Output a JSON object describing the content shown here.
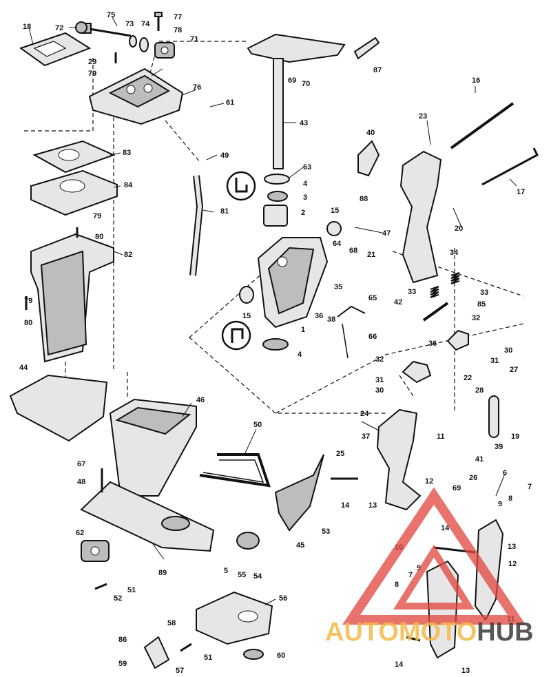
{
  "colors": {
    "ink": "#111111",
    "watermark_red": "#e0453c",
    "watermark_orange": "#f5b94a",
    "watermark_dark": "#3a3a3a"
  },
  "watermark": {
    "part1": "AUTO",
    "part2": "MOTO",
    "part3": "HUB"
  },
  "labels": {
    "n1": "1",
    "n2": "2",
    "n3": "3",
    "n4a": "4",
    "n4b": "4",
    "n5": "5",
    "n6": "6",
    "n7a": "7",
    "n7b": "7",
    "n8a": "8",
    "n8b": "8",
    "n9a": "9",
    "n9b": "9",
    "n10": "10",
    "n11a": "11",
    "n11b": "11",
    "n12a": "12",
    "n12b": "12",
    "n13a": "13",
    "n13b": "13",
    "n13c": "13",
    "n14a": "14",
    "n14b": "14",
    "n14c": "14",
    "n15a": "15",
    "n15b": "15",
    "n16": "16",
    "n17": "17",
    "n18": "18",
    "n19": "19",
    "n20": "20",
    "n21": "21",
    "n22": "22",
    "n23": "23",
    "n24": "24",
    "n25": "25",
    "n26": "26",
    "n27": "27",
    "n28": "28",
    "n29": "29",
    "n30a": "30",
    "n30b": "30",
    "n31a": "31",
    "n31b": "31",
    "n32a": "32",
    "n32b": "32",
    "n33a": "33",
    "n33b": "33",
    "n34": "34",
    "n35": "35",
    "n36a": "36",
    "n36b": "36",
    "n37": "37",
    "n38": "38",
    "n39": "39",
    "n40": "40",
    "n41": "41",
    "n42": "42",
    "n43": "43",
    "n44": "44",
    "n45": "45",
    "n46": "46",
    "n47": "47",
    "n48": "48",
    "n49": "49",
    "n50": "50",
    "n51a": "51",
    "n51b": "51",
    "n52": "52",
    "n53": "53",
    "n54": "54",
    "n55": "55",
    "n56": "56",
    "n57": "57",
    "n58": "58",
    "n59": "59",
    "n60": "60",
    "n61": "61",
    "n62": "62",
    "n63": "63",
    "n64": "64",
    "n65": "65",
    "n66": "66",
    "n67": "67",
    "n68": "68",
    "n69a": "69",
    "n69b": "69",
    "n70": "70",
    "n71": "71",
    "n72": "72",
    "n73": "73",
    "n74": "74",
    "n75": "75",
    "n76": "76",
    "n77": "77",
    "n78": "78",
    "n79a": "79",
    "n79b": "79",
    "n79c": "79",
    "n80a": "80",
    "n80b": "80",
    "n81": "81",
    "n82": "82",
    "n83": "83",
    "n84": "84",
    "n85": "85",
    "n86": "86",
    "n87": "87",
    "n88": "88",
    "n89": "89"
  }
}
